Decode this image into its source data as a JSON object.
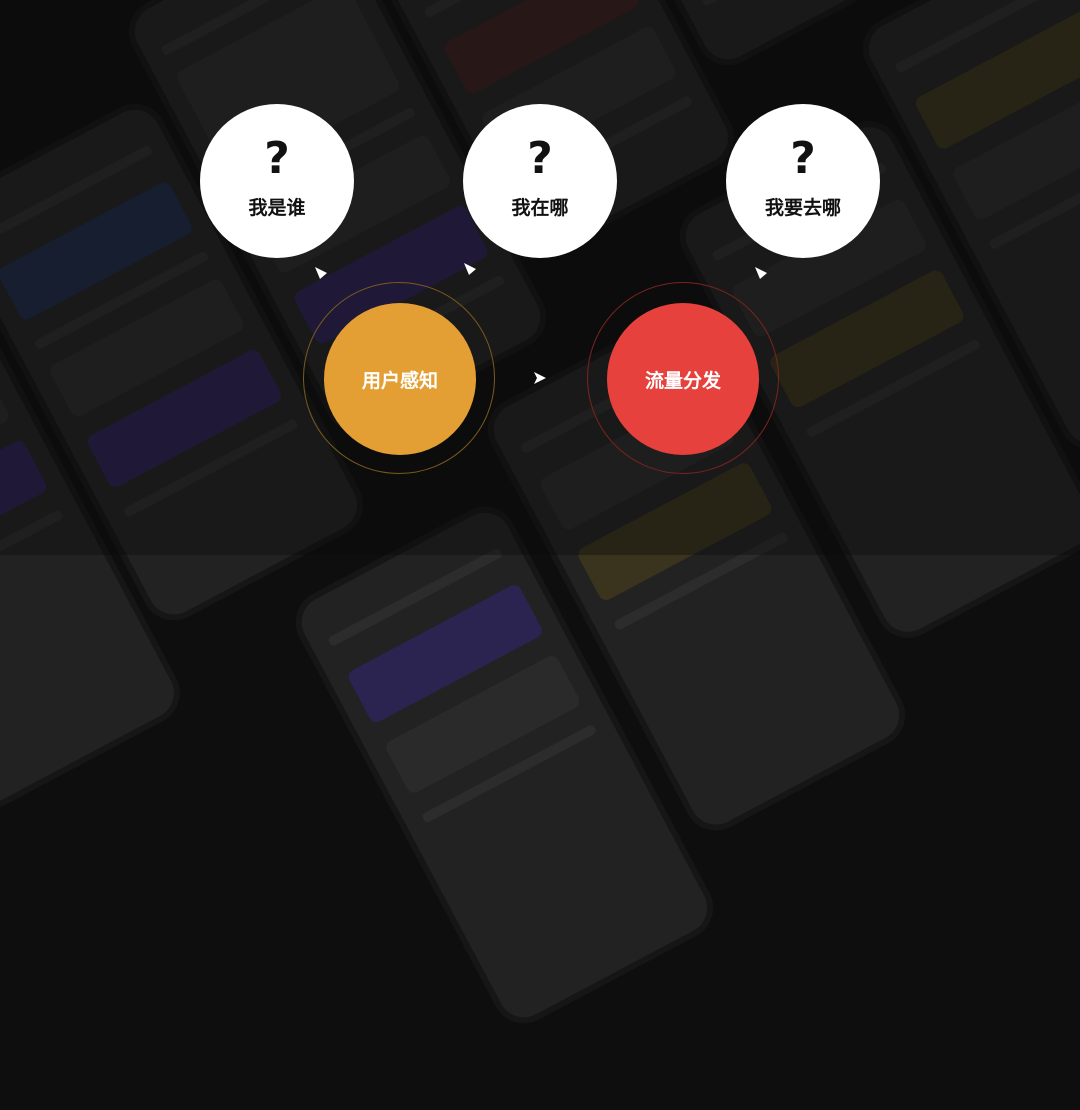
{
  "colors": {
    "background": "#0e0e0e",
    "bubble": "#ffffff",
    "perception": "#e39f33",
    "distribution": "#e6413c",
    "perception_ring": "#7a5a1e",
    "distribution_ring": "#7a2420"
  },
  "questions": [
    {
      "symbol": "?",
      "label": "我是谁"
    },
    {
      "symbol": "?",
      "label": "我在哪"
    },
    {
      "symbol": "?",
      "label": "我要去哪"
    }
  ],
  "stages": [
    {
      "label": "用户感知"
    },
    {
      "label": "流量分发"
    }
  ]
}
